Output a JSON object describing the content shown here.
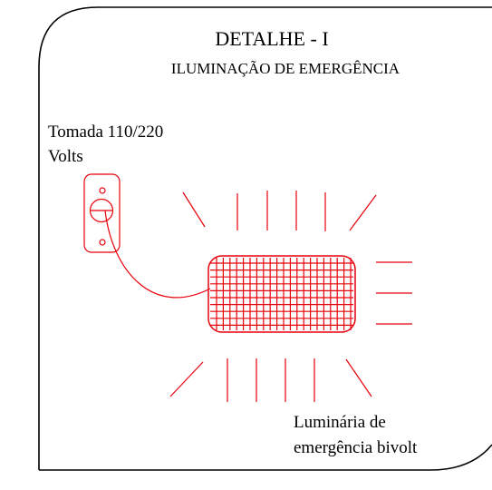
{
  "detail": {
    "title": "DETALHE - I",
    "subtitle": "ILUMINAÇÃO DE EMERGÊNCIA"
  },
  "socket": {
    "label_line1": "Tomada 110/220",
    "label_line2": "Volts"
  },
  "luminaire": {
    "label_line1": "Luminária de",
    "label_line2": "emergência bivolt"
  },
  "colors": {
    "frame": "#000000",
    "drawing": "#e8000b",
    "text": "#000000",
    "background": "#ffffff"
  }
}
